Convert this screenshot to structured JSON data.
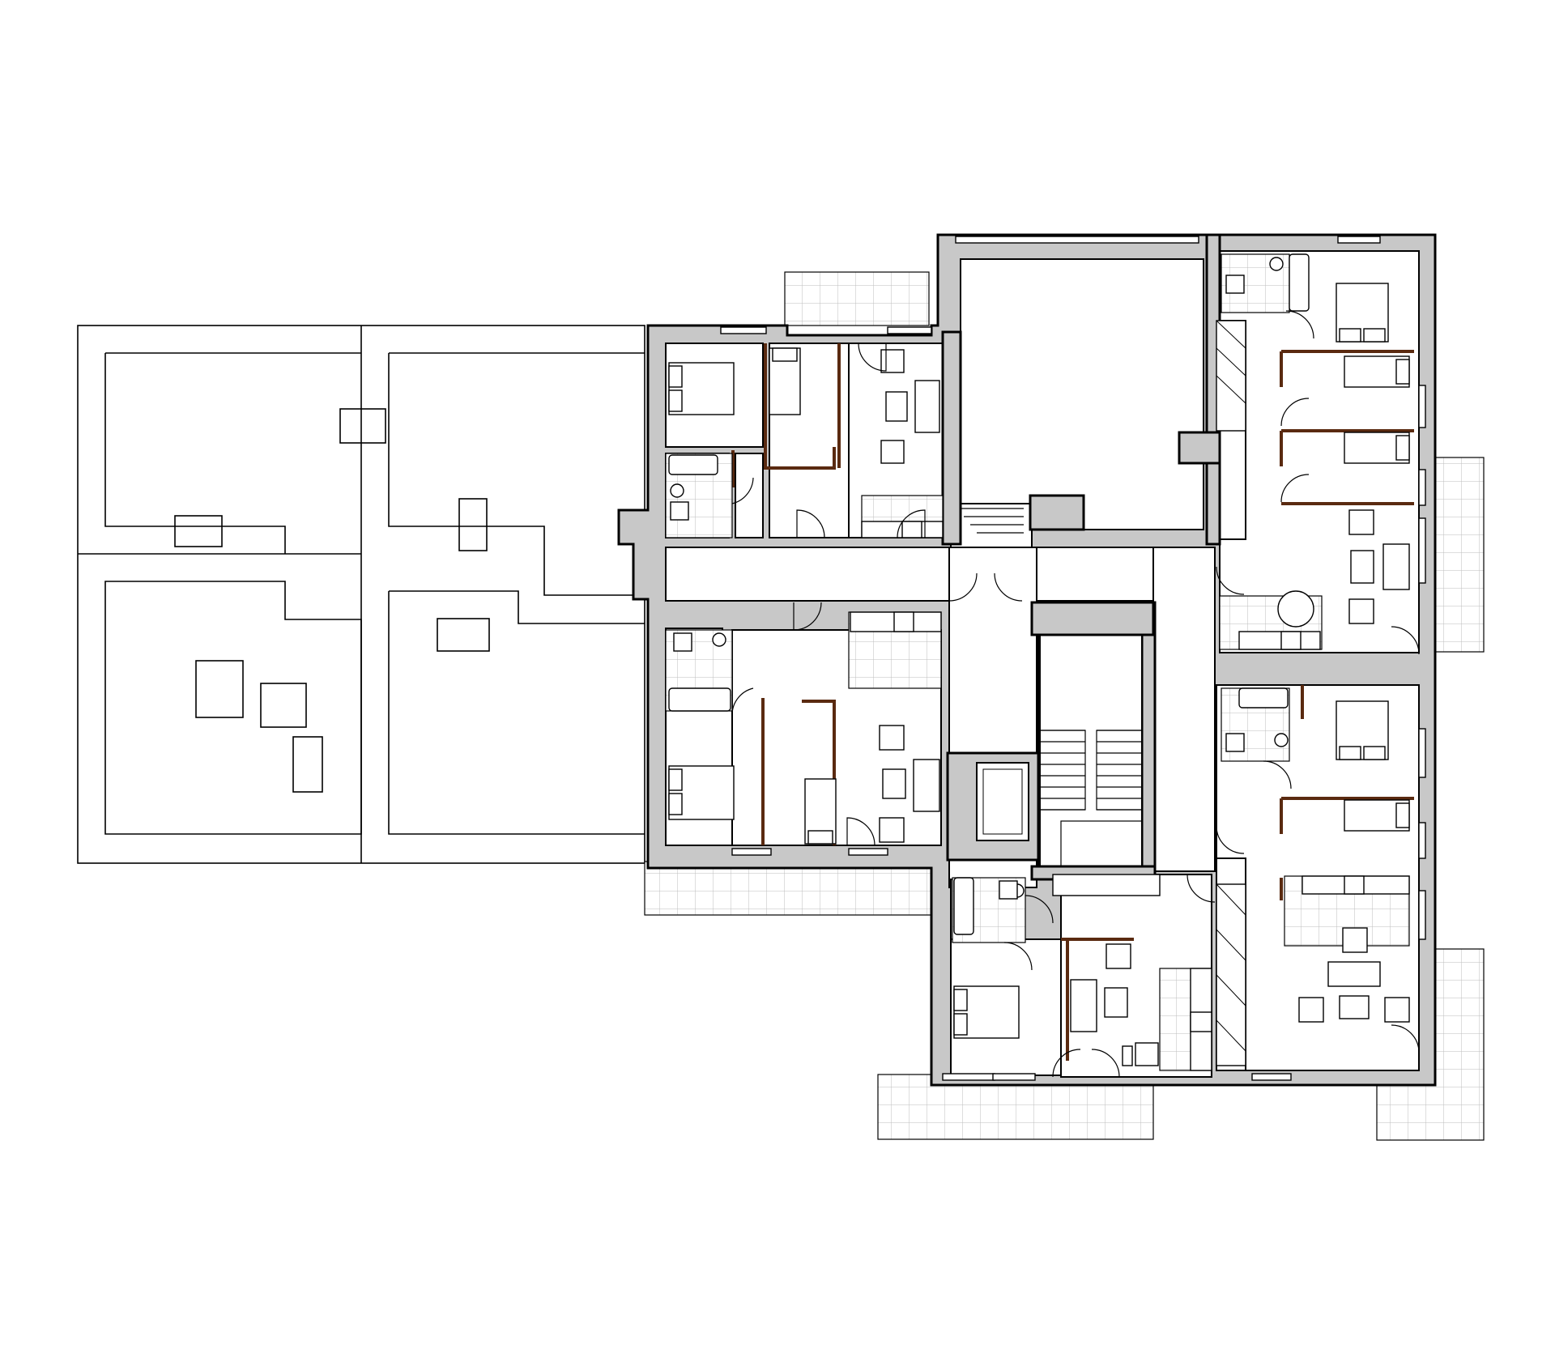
{
  "drawing": {
    "kind": "floor-plan",
    "colors": {
      "background": "#ffffff",
      "wall_fill": "#c8c8c8",
      "line": "#000000",
      "partition": "#5a2a10",
      "tile_grid": "#bdbdbd"
    },
    "units": [
      {
        "id": "unit-north-west",
        "rooms": [
          "bedroom",
          "bedroom",
          "bathroom",
          "living-room",
          "kitchen"
        ]
      },
      {
        "id": "unit-south-west",
        "rooms": [
          "bedroom",
          "bedroom",
          "bathroom",
          "living-room",
          "kitchen"
        ]
      },
      {
        "id": "unit-south-center",
        "rooms": [
          "bedroom",
          "bathroom",
          "living-room",
          "kitchen"
        ]
      },
      {
        "id": "unit-north-east",
        "rooms": [
          "bedroom",
          "bedroom",
          "bedroom",
          "bathroom",
          "living-room",
          "kitchen"
        ]
      },
      {
        "id": "unit-south-east",
        "rooms": [
          "bedroom",
          "bedroom",
          "bathroom",
          "living-room",
          "kitchen"
        ]
      }
    ],
    "features": [
      "terrace",
      "balcony",
      "stairwell",
      "elevator",
      "corridor",
      "roof-outline"
    ]
  }
}
